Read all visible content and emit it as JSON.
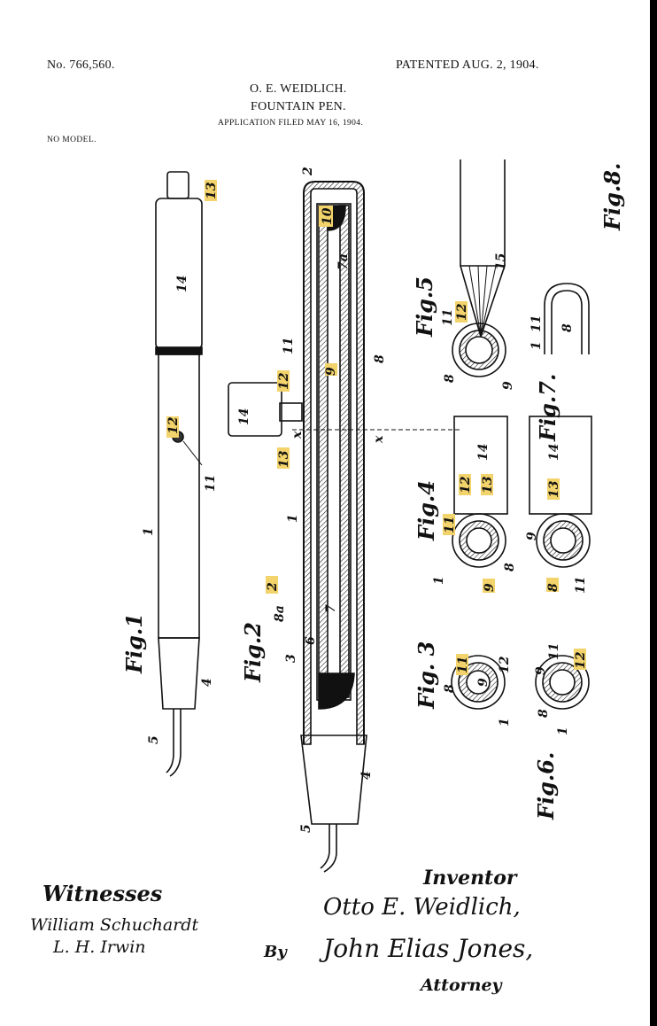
{
  "header": {
    "patent_number": "No. 766,560.",
    "patented_date": "PATENTED AUG. 2, 1904.",
    "inventor_name": "O. E. WEIDLICH.",
    "title": "FOUNTAIN PEN.",
    "application": "APPLICATION FILED MAY 16, 1904.",
    "model_note": "NO MODEL."
  },
  "figures": {
    "fig1": "Fig.1",
    "fig2": "Fig.2",
    "fig3": "Fig. 3",
    "fig4": "Fig.4",
    "fig5": "Fig.5",
    "fig6": "Fig.6.",
    "fig7": "Fig.7.",
    "fig8": "Fig.8."
  },
  "labels": {
    "n1": "1",
    "n2": "2",
    "n3": "3",
    "n4": "4",
    "n5": "5",
    "n6": "6",
    "n7": "7",
    "n7a": "7a",
    "n8": "8",
    "n8a": "8a",
    "n9": "9",
    "n10": "10",
    "n11": "11",
    "n12": "12",
    "n13": "13",
    "n14": "14",
    "n15": "15",
    "x": "x"
  },
  "highlight_color": "#f3d36b",
  "signatures": {
    "witnesses_label": "Witnesses",
    "witness1": "William Schuchardt",
    "witness2": "L. H. Irwin",
    "inventor_label": "Inventor",
    "inventor": "Otto E. Weidlich,",
    "by": "By",
    "attorney_name": "John Elias Jones,",
    "attorney_label": "Attorney"
  }
}
